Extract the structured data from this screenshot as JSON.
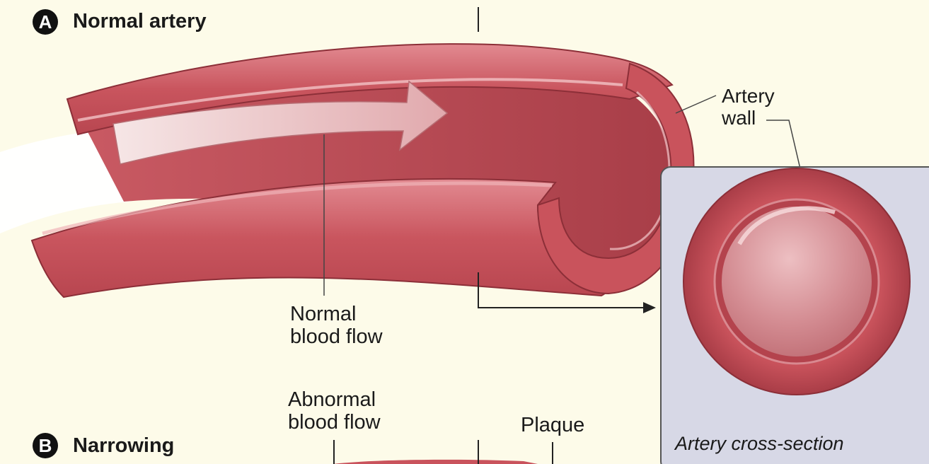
{
  "section_a": {
    "badge": "A",
    "title": "Normal artery"
  },
  "section_b": {
    "badge": "B",
    "title": "Narrowing"
  },
  "labels": {
    "artery_wall_line1": "Artery",
    "artery_wall_line2": "wall",
    "normal_flow_line1": "Normal",
    "normal_flow_line2": "blood flow",
    "abnormal_flow_line1": "Abnormal",
    "abnormal_flow_line2": "blood flow",
    "plaque": "Plaque",
    "cross_section_caption": "Artery cross-section"
  },
  "colors": {
    "background": "#fdfbe9",
    "artery_outer": "#c8565f",
    "artery_inner": "#b5454f",
    "artery_highlight": "#e39a9f",
    "lumen": "#d98a90",
    "inset_panel": "#d7d8e6"
  }
}
